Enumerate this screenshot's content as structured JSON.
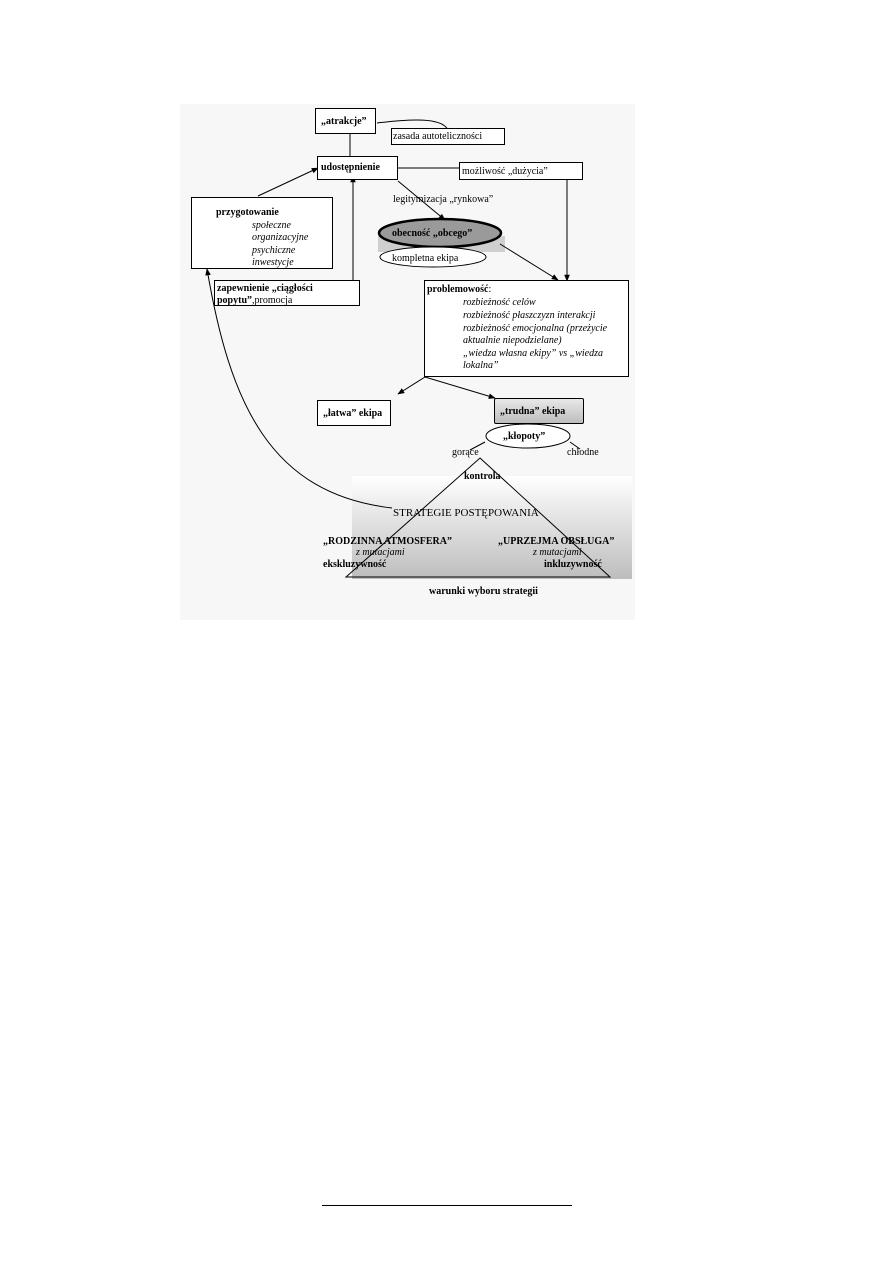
{
  "diagram": {
    "atrakcje": "„atrakcje”",
    "zasada": "zasada autoteliczności",
    "udostepnienie": "udostępnienie",
    "mozliwosc": "możliwość „dużycia”",
    "legitymizacja": "legitymizacja „rynkowa”",
    "obecnosc": "obecność „obcego”",
    "kompletna": "kompletna ekipa",
    "przygotowanie": {
      "title": "przygotowanie",
      "items": [
        "społeczne",
        "organizacyjne",
        "psychiczne",
        "inwestycje"
      ]
    },
    "zapewnienie": {
      "line1": "zapewnienie „ciągłości",
      "line2_bold": "popytu”",
      "line2_rest": ",promocja"
    },
    "problemowosc": {
      "title": "problemowość",
      "colon": ":",
      "items": [
        "rozbieżność celów",
        "rozbieżność płaszczyzn interakcji",
        "rozbieżność emocjonalna (przeżycie",
        "aktualnie niepodzielane)",
        "„wiedza własna ekipy” vs „wiedza",
        "lokalna”"
      ]
    },
    "latwa": "„łatwa” ekipa",
    "trudna": "„trudna” ekipa",
    "klopoty": "„kłopoty”",
    "gorace": "gorące",
    "chlodne": "chłodne",
    "kontrola": "kontrola",
    "strategie": "STRATEGIE POSTĘPOWANIA",
    "rodzinna": "„RODZINNA ATMOSFERA”",
    "z_mutacjami_left": "z mutacjami",
    "ekskluzywnosc": "ekskluzywność",
    "uprzejma": "„UPRZEJMA OBSŁUGA”",
    "z_mutacjami_right": "z mutacjami",
    "inkluzywnosc": "inkluzywność",
    "warunki": "warunki wyboru strategii"
  }
}
